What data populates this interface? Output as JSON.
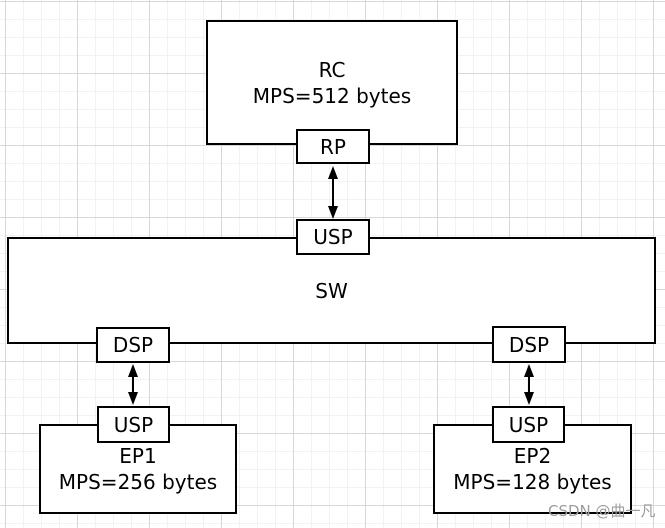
{
  "nodes": {
    "rc": {
      "line1": "RC",
      "line2": "MPS=512 bytes"
    },
    "rp": {
      "label": "RP"
    },
    "usp_sw": {
      "label": "USP"
    },
    "sw": {
      "label": "SW"
    },
    "dsp_left": {
      "label": "DSP"
    },
    "dsp_right": {
      "label": "DSP"
    },
    "usp_ep1": {
      "label": "USP"
    },
    "usp_ep2": {
      "label": "USP"
    },
    "ep1": {
      "line1": "EP1",
      "line2": "MPS=256 bytes"
    },
    "ep2": {
      "line1": "EP2",
      "line2": "MPS=128 bytes"
    }
  },
  "watermark": "CSDN @曲一凡",
  "colors": {
    "stroke": "#000000",
    "node_fill": "#ffffff",
    "background": "#ffffff",
    "grid_minor": "#f2f2f2",
    "grid_major": "#d7d7d7",
    "watermark": "#9c9c9c"
  }
}
